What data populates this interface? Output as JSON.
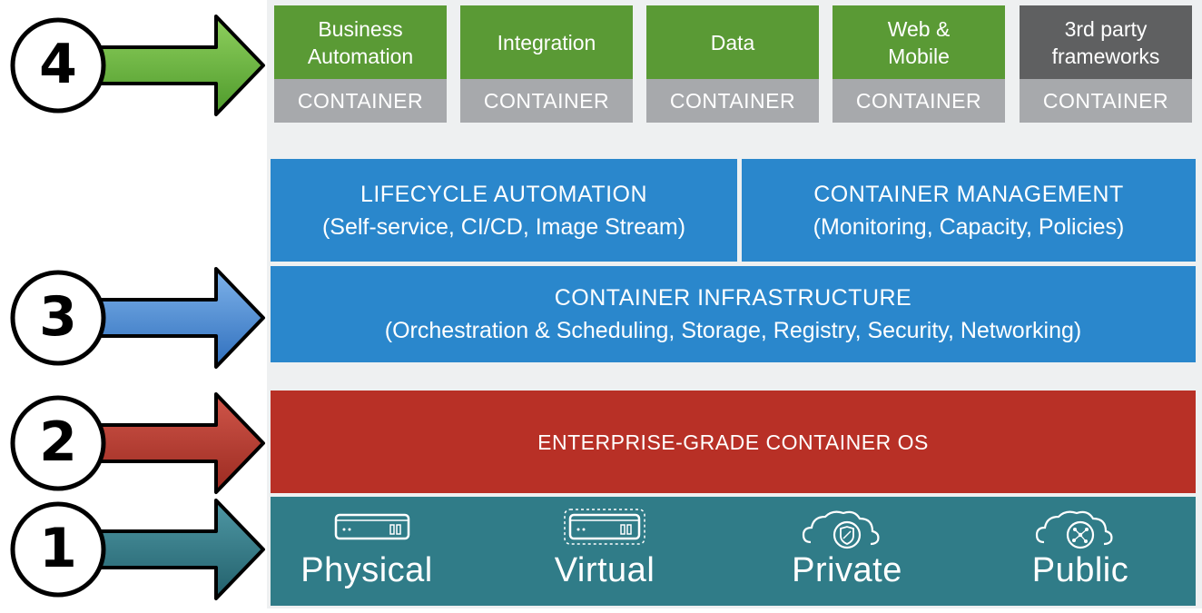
{
  "levels": [
    {
      "number": "4",
      "color": "#6cb63f"
    },
    {
      "number": "3",
      "color": "#4c8fd6"
    },
    {
      "number": "2",
      "color": "#bd3a2e"
    },
    {
      "number": "1",
      "color": "#2f7683"
    }
  ],
  "apps": [
    {
      "name": "Business\nAutomation",
      "container": "CONTAINER",
      "color": "#5a9a35"
    },
    {
      "name": "Integration",
      "container": "CONTAINER",
      "color": "#5a9a35"
    },
    {
      "name": "Data",
      "container": "CONTAINER",
      "color": "#5a9a35"
    },
    {
      "name": "Web &\nMobile",
      "container": "CONTAINER",
      "color": "#5a9a35"
    },
    {
      "name": "3rd party\nframeworks",
      "container": "CONTAINER",
      "color": "#5f6061"
    }
  ],
  "lifecycle": {
    "title": "LIFECYCLE AUTOMATION",
    "subtitle": "(Self-service, CI/CD, Image Stream)"
  },
  "management": {
    "title": "CONTAINER MANAGEMENT",
    "subtitle": "(Monitoring, Capacity, Policies)"
  },
  "infrastructure": {
    "title": "CONTAINER INFRASTRUCTURE",
    "subtitle": "(Orchestration & Scheduling, Storage, Registry, Security, Networking)"
  },
  "os": {
    "title": "ENTERPRISE-GRADE CONTAINER OS"
  },
  "footprints": [
    {
      "label": "Physical",
      "icon": "server-icon"
    },
    {
      "label": "Virtual",
      "icon": "virtual-server-icon"
    },
    {
      "label": "Private",
      "icon": "private-cloud-icon"
    },
    {
      "label": "Public",
      "icon": "public-cloud-icon"
    }
  ]
}
